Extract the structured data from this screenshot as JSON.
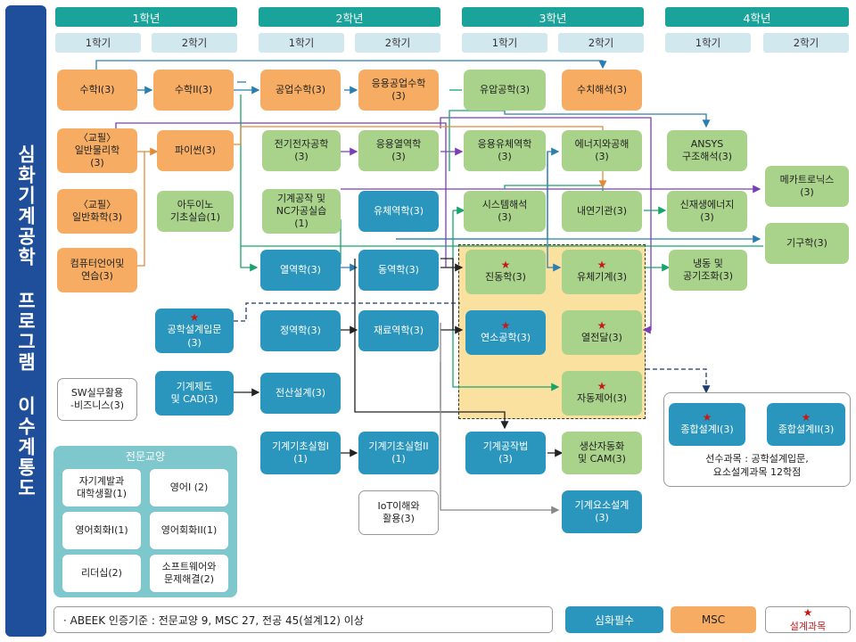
{
  "sidebar": {
    "title": "심화기계공학 프로그램 이수계통도"
  },
  "years": [
    "1학년",
    "2학년",
    "3학년",
    "4학년"
  ],
  "semesters": [
    "1학기",
    "2학기",
    "1학기",
    "2학기",
    "1학기",
    "2학기",
    "1학기",
    "2학기"
  ],
  "courses": {
    "math1": "수학I(3)",
    "math2": "수학II(3)",
    "eng_math": "공업수학(3)",
    "app_eng_math": "응용공업수학\n(3)",
    "hydraulics": "유압공학(3)",
    "numerical": "수치해석(3)",
    "gen_physics": "〈교필〉\n일반물리학\n(3)",
    "python": "파이썬(3)",
    "elec": "전기전자공학\n(3)",
    "app_thermo": "응용열역학\n(3)",
    "app_fluid": "응용유체역학\n(3)",
    "energy_env": "에너지와공해\n(3)",
    "ansys": "ANSYS\n구조해석(3)",
    "mechatronics": "메카트로닉스\n(3)",
    "gen_chem": "〈교필〉\n일반화학(3)",
    "arduino": "아두이노\n기초실습(1)",
    "nc_practice": "기계공작 및\nNC가공실습\n(1)",
    "fluid_mech": "유체역학(3)",
    "system_analysis": "시스템해석\n(3)",
    "ic_engine": "내연기관(3)",
    "new_energy": "신재생에너지\n(3)",
    "mechanisms": "기구학(3)",
    "programming": "컴퓨터언어및\n연습(3)",
    "thermo": "열역학(3)",
    "dynamics": "동역학(3)",
    "vibration": "진동학(3)",
    "fluid_machinery": "유체기계(3)",
    "refrigeration": "냉동 및\n공기조화(3)",
    "design_intro": "공학설계입문\n(3)",
    "statics": "정역학(3)",
    "materials": "재료역학(3)",
    "combustion": "연소공학(3)",
    "heat_transfer": "열전달(3)",
    "sw_business": "SW실무활용\n-비즈니스(3)",
    "drafting": "기계제도\n및 CAD(3)",
    "cad_design": "전산설계(3)",
    "auto_control": "자동제어(3)",
    "lab1": "기계기초실험I\n(1)",
    "lab2": "기계기초실험II\n(1)",
    "manufacturing": "기계공작법\n(3)",
    "cam": "생산자동화\n및 CAM(3)",
    "capstone1": "종합설계I(3)",
    "capstone2": "종합설계II(3)",
    "iot": "IoT이해와\n활용(3)",
    "machine_design": "기계요소설계\n(3)"
  },
  "star": "★",
  "capstone_note": "선수과목 : 공학설계입문,\n요소설계과목 12학점",
  "general": {
    "title": "전문교양",
    "items": [
      "자기계발과\n대학생활(1)",
      "영어I (2)",
      "영어회화I(1)",
      "영어회화II(1)",
      "리더십(2)",
      "소프트웨어와\n문제해결(2)"
    ]
  },
  "abeek_note": "· ABEEK 인증기준 : 전문교양 9, MSC 27, 전공 45(설계12) 이상",
  "legend": {
    "core": "심화필수",
    "msc": "MSC",
    "design": "설계과목"
  },
  "colors": {
    "msc": "#f6ac62",
    "elective": "#a9d28a",
    "core": "#2a95bd",
    "year_header": "#1aa39a",
    "sidebar": "#1f4f9a",
    "highlight": "#fbe1a0",
    "star": "#c61a1a"
  }
}
